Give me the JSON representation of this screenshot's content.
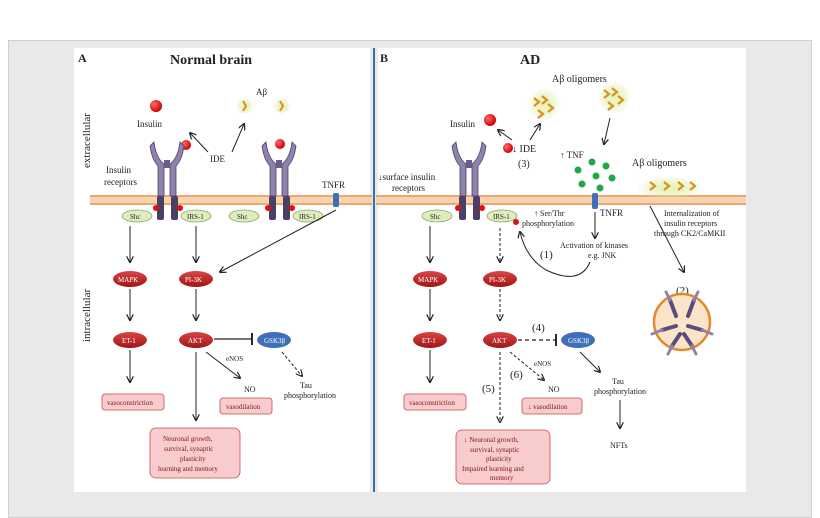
{
  "panel_a": {
    "letter": "A",
    "title": "Normal brain",
    "extracellular": "extracellular",
    "intracellular": "intracellular",
    "insulin": "Insulin",
    "ide": "IDE",
    "abeta": "Aβ",
    "insulin_receptors_1": "Insulin",
    "insulin_receptors_2": "receptors",
    "tnfr": "TNFR",
    "shc_1": "Shc",
    "irs_1": "IRS-1",
    "shc_2": "Shc",
    "irs_2": "IRS-1",
    "mapk": "MAPK",
    "pi3k": "PI-3K",
    "et1": "ET-1",
    "akt": "AKT",
    "gsk": "GSK3β",
    "enos": "eNOS",
    "no": "NO",
    "vasoconstriction": "vasoconstriction",
    "vasodilation": "vasodilation",
    "tau_1": "Tau",
    "tau_2": "phosphorylation",
    "growth_1": "Neuronal growth,",
    "growth_2": "survival, synaptic",
    "growth_3": "plasticity",
    "growth_4": "learning and memory"
  },
  "panel_b": {
    "letter": "B",
    "title": "AD",
    "insulin": "Insulin",
    "abeta_oligomers": "Aβ oligomers",
    "abeta_oligomers_2": "Aβ oligomers",
    "ide": "↓ IDE",
    "num3": "(3)",
    "tnf": "↑ TNF",
    "surface_1": "↓surface insulin",
    "surface_2": "receptors",
    "ser_thr_1": "↑ Ser/Thr",
    "ser_thr_2": "phosphorylation",
    "tnfr": "TNFR",
    "intern_1": "Internalization of",
    "intern_2": "insulin receptors",
    "intern_3": "through CK2/CaMKII",
    "kinases_1": "Activation of kinases",
    "kinases_2": "e.g. JNK",
    "num1": "(1)",
    "num2": "(2)",
    "num4": "(4)",
    "num5": "(5)",
    "num6": "(6)",
    "shc": "Shc",
    "irs": "IRS-1",
    "mapk": "MAPK",
    "pi3k": "PI-3K",
    "et1": "ET-1",
    "akt": "AKT",
    "gsk": "GSK3β",
    "enos": "eNOS",
    "no": "NO",
    "vasoconstriction": "vasoconstriction",
    "vasodilation": "↓ vasodilation",
    "tau_1": "Tau",
    "tau_2": "phosphorylation",
    "nfts": "NFTs",
    "growth_1": "↓ Neuronal growth,",
    "growth_2": "survival, synaptic",
    "growth_3": "plasticity",
    "growth_4": "Impaired learning and",
    "growth_5": "memory"
  },
  "colors": {
    "receptor": "#8f83ad",
    "receptor_dark": "#4b3f68",
    "membrane": "#f2b27b",
    "insulin_red": "#e01010",
    "pathway_red": "#b51d1d",
    "box_fill": "#f8cccc",
    "box_stroke": "#c54b4b",
    "shc_green": "#ddedbf",
    "gsk_blue": "#3e6fb8",
    "tnf_green": "#1fa84a",
    "oligomer_glow": "#c7e08a",
    "divider": "#3a6fa3",
    "vesicle": "#e0892f"
  }
}
